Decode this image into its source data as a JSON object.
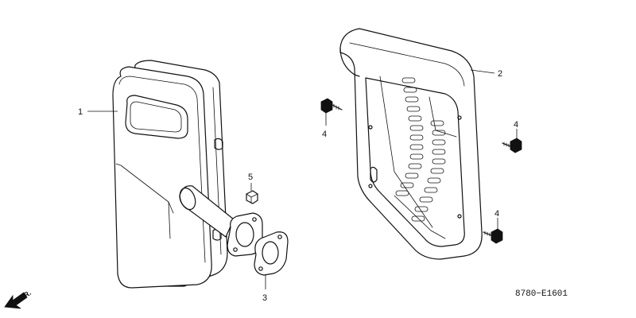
{
  "diagram": {
    "diagram_code": "8780−E1601",
    "direction_label": "FR.",
    "callouts": [
      {
        "id": "muffler",
        "number": "1"
      },
      {
        "id": "protector",
        "number": "2"
      },
      {
        "id": "gasket",
        "number": "3"
      },
      {
        "id": "bolt-a",
        "number": "4"
      },
      {
        "id": "bolt-b",
        "number": "4"
      },
      {
        "id": "bolt-c",
        "number": "4"
      },
      {
        "id": "nut",
        "number": "5"
      }
    ]
  }
}
